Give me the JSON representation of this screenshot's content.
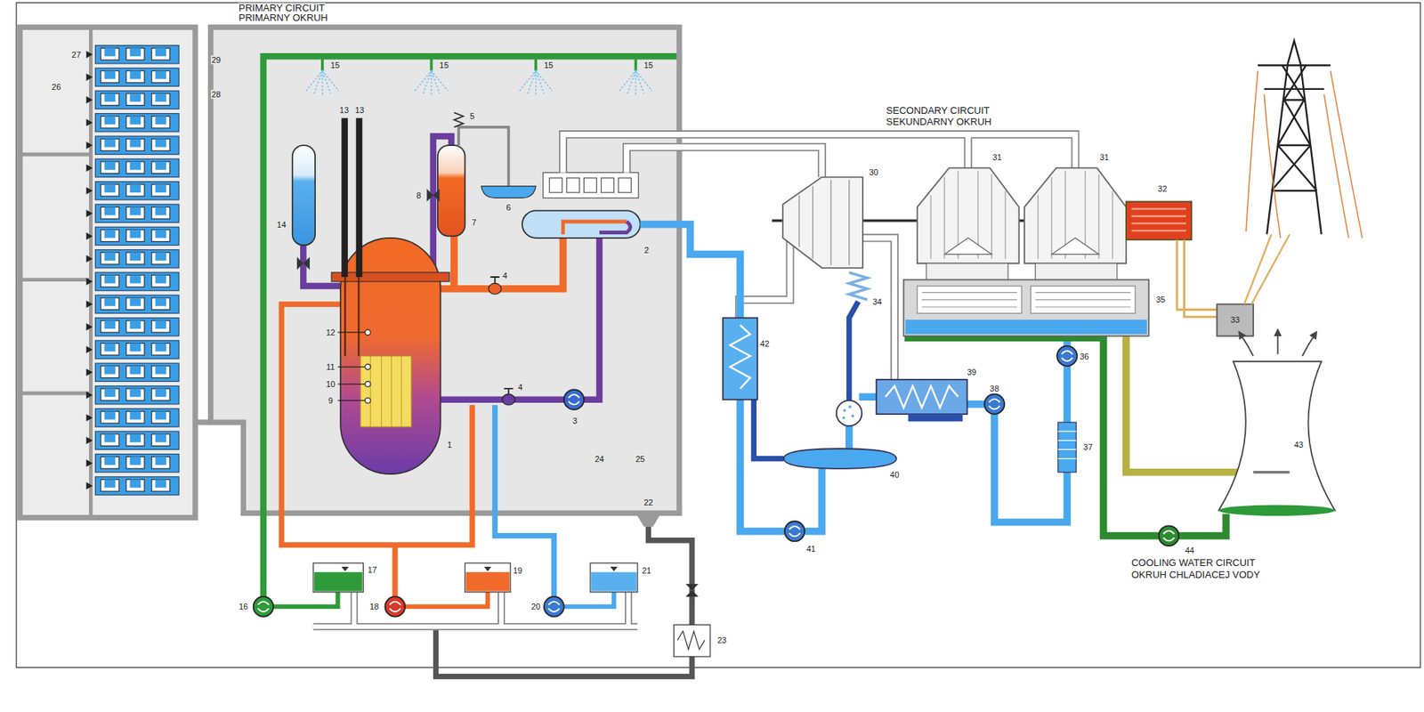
{
  "diagram": {
    "labels": [
      "PRIMARY CIRCUIT",
      "PRIMARNY OKRUH",
      "SECONDARY CIRCUIT",
      "SEKUNDARNY OKRUH",
      "COOLING WATER CIRCUIT",
      "OKRUH CHLADIACEJ VODY",
      "27",
      "29",
      "26",
      "28",
      "13",
      "13",
      "15",
      "15",
      "15",
      "15",
      "5",
      "6",
      "14",
      "8",
      "7",
      "2",
      "4",
      "12",
      "11",
      "10",
      "9",
      "4",
      "3",
      "1",
      "24",
      "25",
      "22",
      "16",
      "17",
      "18",
      "19",
      "20",
      "21",
      "23",
      "30",
      "31",
      "31",
      "32",
      "33",
      "34",
      "35",
      "42",
      "36",
      "39",
      "38",
      "40",
      "37",
      "41",
      "43",
      "44"
    ]
  }
}
